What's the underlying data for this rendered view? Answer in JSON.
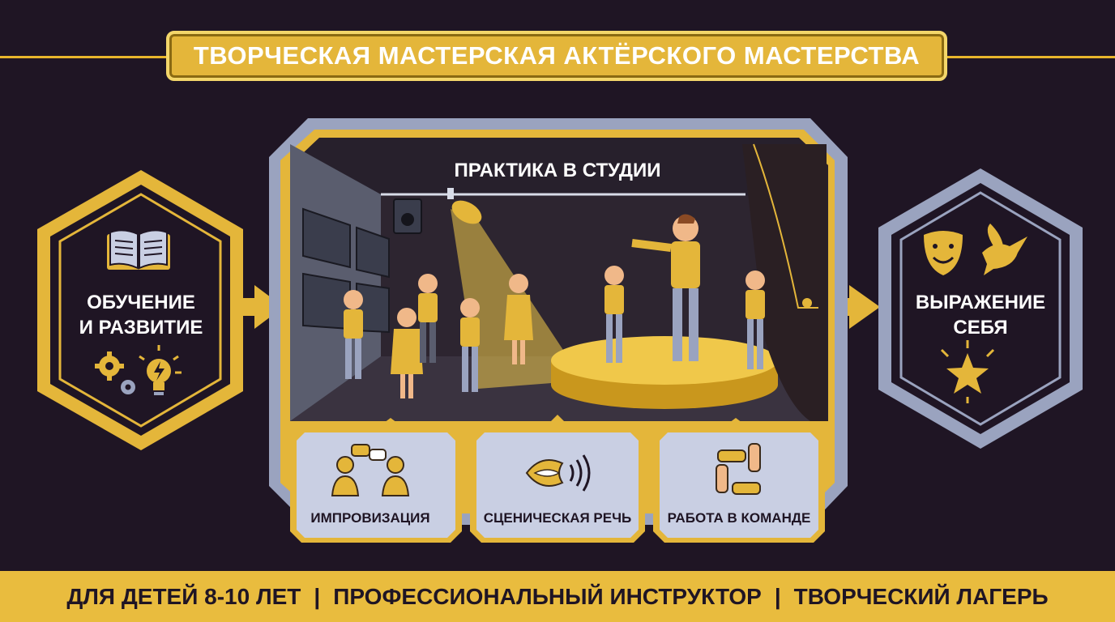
{
  "title": "ТВОРЧЕСКАЯ МАСТЕРСКАЯ АКТЁРСКОГО МАСТЕРСТВА",
  "left_hex": {
    "line1": "ОБУЧЕНИЕ",
    "line2": "И РАЗВИТИЕ",
    "icons": [
      "book-icon",
      "gears-icon",
      "lightbulb-icon"
    ]
  },
  "center": {
    "label": "ПРАКТИКА В СТУДИИ"
  },
  "right_hex": {
    "line1": "ВЫРАЖЕНИЕ",
    "line2": "СЕБЯ",
    "icons": [
      "theater-masks-icon",
      "dove-icon",
      "star-burst-icon"
    ]
  },
  "skills": [
    {
      "label": "ИМПРОВИЗАЦИЯ",
      "icon": "dialogue-people-icon"
    },
    {
      "label": "СЦЕНИЧЕСКАЯ РЕЧЬ",
      "icon": "mouth-sound-icon"
    },
    {
      "label": "РАБОТА В КОМАНДЕ",
      "icon": "teamwork-hands-icon"
    }
  ],
  "footer": {
    "item1": "ДЛЯ ДЕТЕЙ 8-10 ЛЕТ",
    "item2": "ПРОФЕССИОНАЛЬНЫЙ ИНСТРУКТОР",
    "item3": "ТВОРЧЕСКИЙ ЛАГЕРЬ",
    "separator": "|"
  },
  "colors": {
    "background": "#1f1524",
    "gold": "#e9bc3e",
    "silver": "#9aa3bf",
    "panel": "#c9cfe3"
  }
}
